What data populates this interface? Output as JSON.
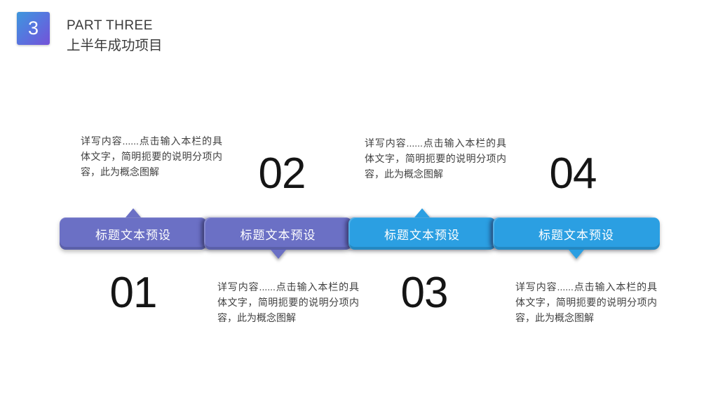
{
  "header": {
    "section_number": "3",
    "kicker": "PART THREE",
    "title": "上半年成功项目",
    "badge_gradient_from": "#3E97DC",
    "badge_gradient_to": "#7452D8"
  },
  "timeline": {
    "items": [
      {
        "number": "01",
        "label": "标题文本预设",
        "description": "详写内容......点击输入本栏的具体文字，简明扼要的说明分项内容，此为概念图解",
        "color": "#6B70C5",
        "arrow": "up",
        "number_position": "below",
        "description_position": "above"
      },
      {
        "number": "02",
        "label": "标题文本预设",
        "description": "详写内容......点击输入本栏的具体文字，简明扼要的说明分项内容，此为概念图解",
        "color": "#6B70C5",
        "arrow": "down",
        "number_position": "above",
        "description_position": "below"
      },
      {
        "number": "03",
        "label": "标题文本预设",
        "description": "详写内容......点击输入本栏的具体文字，简明扼要的说明分项内容，此为概念图解",
        "color": "#2B9FE2",
        "arrow": "up",
        "number_position": "below",
        "description_position": "above"
      },
      {
        "number": "04",
        "label": "标题文本预设",
        "description": "详写内容......点击输入本栏的具体文字，简明扼要的说明分项内容，此为概念图解",
        "color": "#2B9FE2",
        "arrow": "down",
        "number_position": "above",
        "description_position": "below"
      }
    ]
  }
}
